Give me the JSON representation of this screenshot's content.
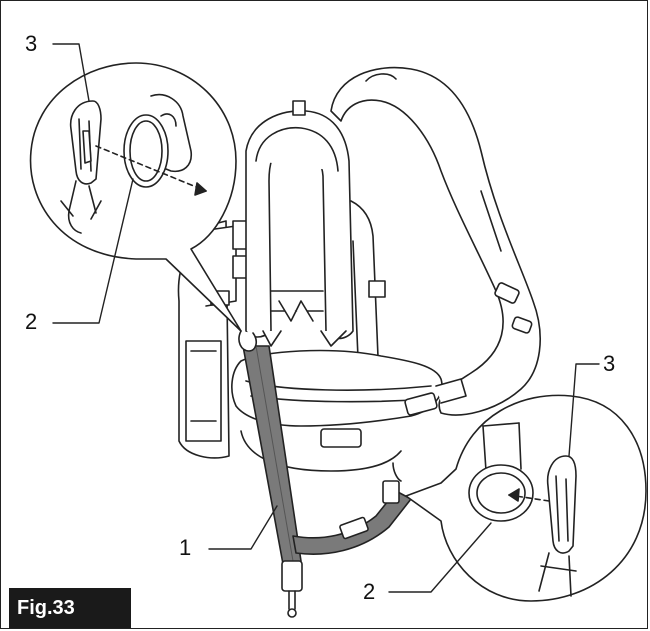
{
  "figure": {
    "label": "Fig.33"
  },
  "callouts": {
    "top_left_hook": "3",
    "top_left_ring": "2",
    "strap": "1",
    "bottom_right_ring": "2",
    "bottom_right_hook": "3"
  },
  "colors": {
    "line": "#222222",
    "strap": "#777777",
    "fig_bg": "#1a1a1a",
    "fig_text": "#ffffff"
  }
}
